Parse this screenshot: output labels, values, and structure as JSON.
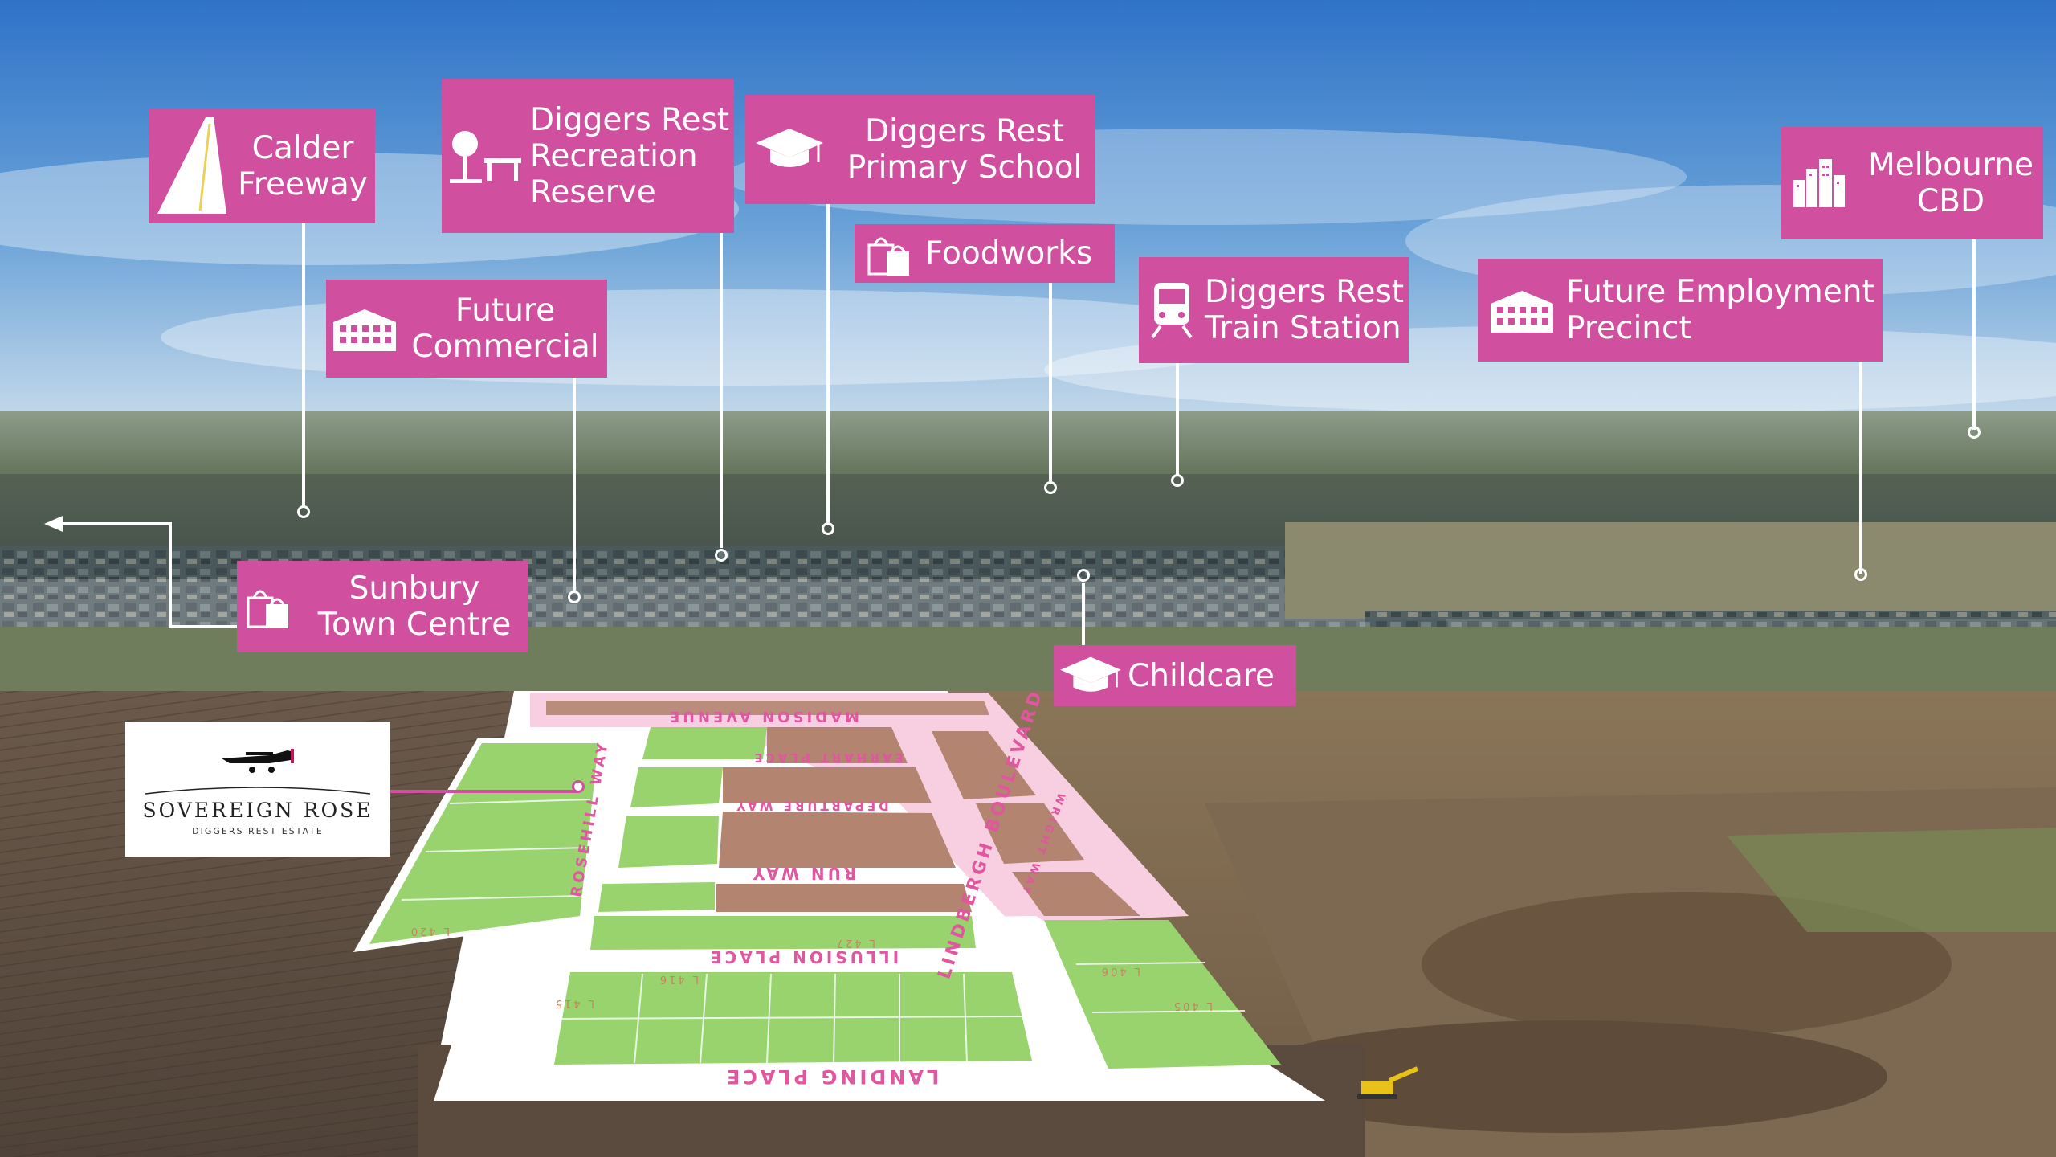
{
  "colors": {
    "label_bg": "#d04f9e",
    "label_text": "#ffffff",
    "available_lot": "#98d36e",
    "sold_lot": "#b38470",
    "road": "#f7cfe1",
    "street_name": "#e0569f",
    "sky_top": "#2f73c8",
    "sky_bottom": "#b7d3ea"
  },
  "labels": [
    {
      "id": "calder-freeway",
      "lines": [
        "Calder",
        "Freeway"
      ],
      "icon": "road-icon"
    },
    {
      "id": "recreation-reserve",
      "lines": [
        "Diggers Rest",
        "Recreation",
        "Reserve"
      ],
      "icon": "park-bench-icon"
    },
    {
      "id": "primary-school",
      "lines": [
        "Diggers Rest",
        "Primary School"
      ],
      "icon": "graduation-cap-icon"
    },
    {
      "id": "foodworks",
      "lines": [
        "Foodworks"
      ],
      "icon": "shopping-bag-icon"
    },
    {
      "id": "future-commercial",
      "lines": [
        "Future",
        "Commercial"
      ],
      "icon": "building-icon"
    },
    {
      "id": "train-station",
      "lines": [
        "Diggers Rest",
        "Train Station"
      ],
      "icon": "train-icon"
    },
    {
      "id": "employment-precinct",
      "lines": [
        "Future Employment",
        "Precinct"
      ],
      "icon": "building-icon"
    },
    {
      "id": "melbourne-cbd",
      "lines": [
        "Melbourne",
        "CBD"
      ],
      "icon": "city-skyline-icon"
    },
    {
      "id": "sunbury-town-centre",
      "lines": [
        "Sunbury",
        "Town Centre"
      ],
      "icon": "shopping-bag-icon"
    },
    {
      "id": "childcare",
      "lines": [
        "Childcare"
      ],
      "icon": "graduation-cap-icon"
    }
  ],
  "logo": {
    "name": "SOVEREIGN ROSE",
    "subtitle": "DIGGERS REST ESTATE",
    "icon": "aeroplane-icon"
  },
  "streets": {
    "madison": "MADISON AVENUE",
    "earhart": "EARHART PLACE",
    "departure": "DEPARTURE WAY",
    "run": "RUN WAY",
    "rosehill": "ROSEHILL WAY",
    "lindbergh": "LINDBERGH BOULEVARD",
    "wright": "WRIGHT WAY",
    "illusion": "ILLUSION PLACE",
    "landing": "LANDING PLACE"
  },
  "lot_tags": {
    "l420": "L 420",
    "l427": "L 427",
    "l416": "L 416",
    "l415": "L 415",
    "l406": "L 406",
    "l405": "L 405"
  }
}
